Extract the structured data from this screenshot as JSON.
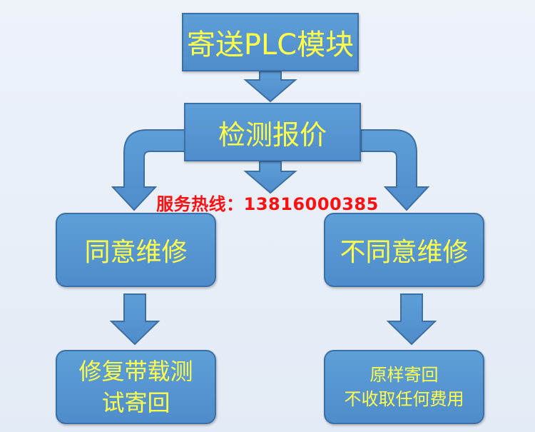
{
  "flow": {
    "step_send": "寄送PLC模块",
    "step_inspect": "检测报价",
    "branch_agree": "同意维修",
    "branch_disagree": "不同意维修",
    "result_agree_line1": "修复带载测",
    "result_agree_line2": "试寄回",
    "result_disagree_line1": "原样寄回",
    "result_disagree_line2": "不收取任何费用"
  },
  "hotline": "服务热线：13816000385",
  "colors": {
    "box_fill": "#5b9bd5",
    "box_border": "#3c6fa6",
    "box_text": "#ffff4a",
    "hotline_text": "#ff1010",
    "background": "#e8eef7"
  }
}
